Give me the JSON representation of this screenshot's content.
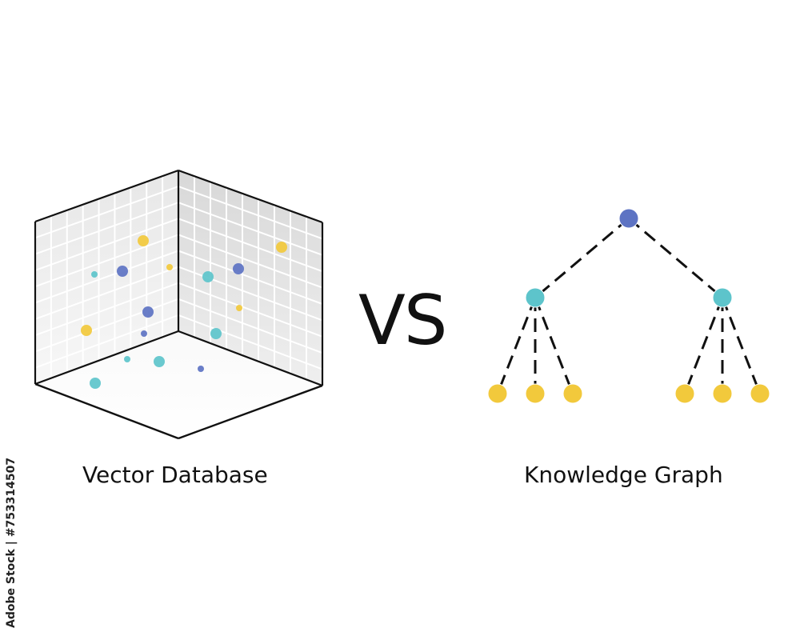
{
  "labels": {
    "vector_database": "Vector Database",
    "vs": "VS",
    "knowledge_graph": "Knowledge Graph",
    "stock_id": "Adobe Stock | #753314507"
  },
  "colors": {
    "blue": "#5D73C3",
    "teal": "#5DC4CB",
    "yellow": "#F2C93C",
    "line": "#111111",
    "grid": "#ffffff",
    "back_wall": "#ebebeb",
    "right_wall": "#e4e4e4"
  },
  "icons": {
    "vector_cube": "vector-database-cube-icon",
    "knowledge_tree": "knowledge-graph-tree-icon"
  }
}
